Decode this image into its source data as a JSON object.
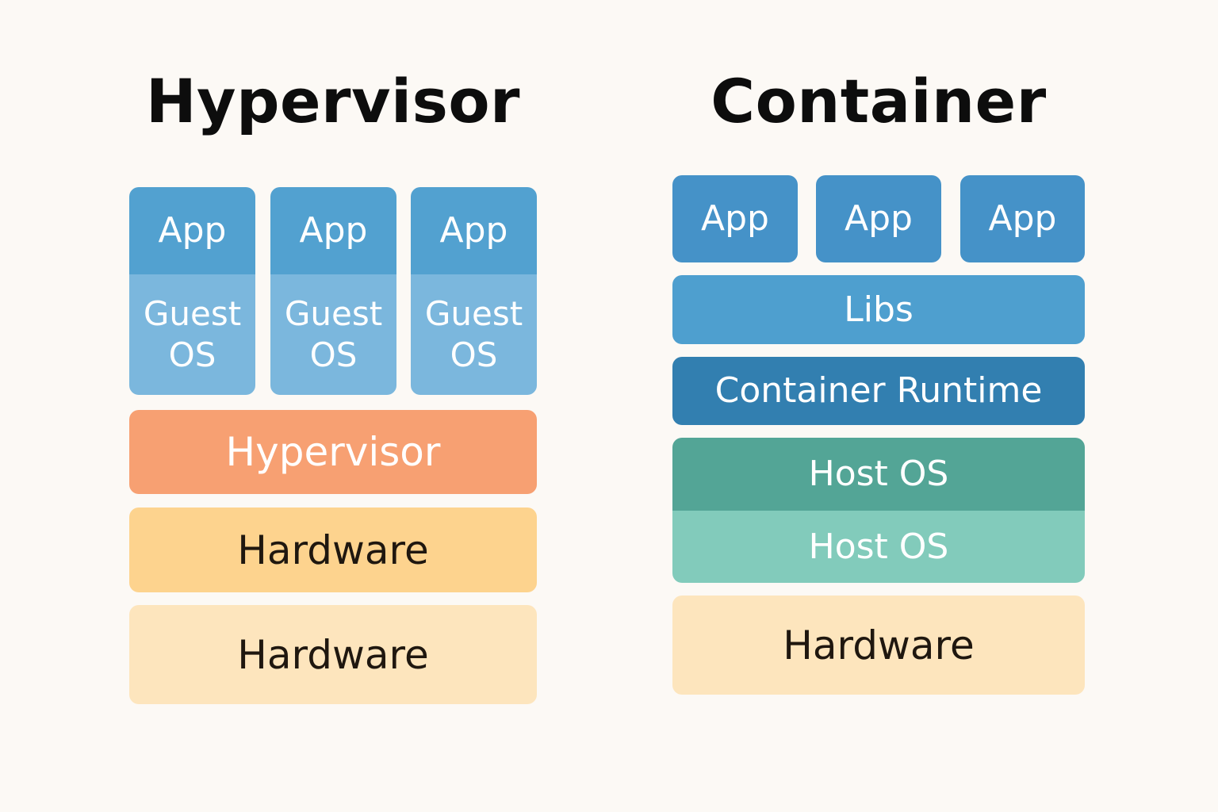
{
  "hypervisor_side": {
    "title": "Hypervisor",
    "vms": [
      {
        "app": "App",
        "guest_os": "Guest OS"
      },
      {
        "app": "App",
        "guest_os": "Guest OS"
      },
      {
        "app": "App",
        "guest_os": "Guest OS"
      }
    ],
    "hypervisor_layer": "Hypervisor",
    "hardware_layer_1": "Hardware",
    "hardware_layer_2": "Hardware"
  },
  "container_side": {
    "title": "Container",
    "apps": [
      "App",
      "App",
      "App"
    ],
    "libs": "Libs",
    "runtime": "Container Runtime",
    "host_os_1": "Host OS",
    "host_os_2": "Host OS",
    "hardware": "Hardware"
  },
  "colors": {
    "background": "#fcf9f5",
    "app_blue": "#52a1d0",
    "guest_os_blue": "#7bb7dd",
    "container_app_blue": "#4592c8",
    "libs_blue": "#4e9fcf",
    "runtime_blue": "#327fb0",
    "hypervisor_orange": "#f7a072",
    "hardware_orange": "#fdd38e",
    "hardware_light": "#fde5bd",
    "host_os_teal": "#53a596",
    "host_os_light_teal": "#82cbbb"
  }
}
